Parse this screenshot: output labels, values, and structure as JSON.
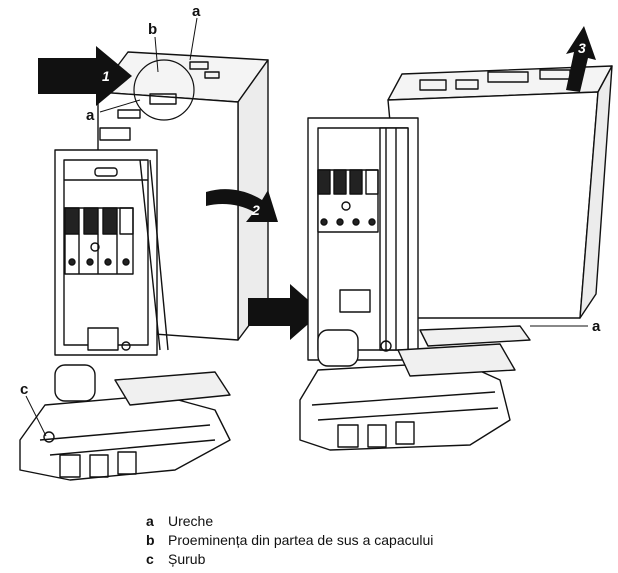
{
  "callouts": {
    "ear_top": "a",
    "ear_left": "a",
    "protrusion": "b",
    "screw": "c",
    "ear_right": "a"
  },
  "steps": {
    "push": "1",
    "tilt": "2",
    "lift": "3"
  },
  "legend": [
    {
      "key": "a",
      "text": "Ureche"
    },
    {
      "key": "b",
      "text": "Proeminența din partea de sus a capacului"
    },
    {
      "key": "c",
      "text": "Șurub"
    }
  ]
}
